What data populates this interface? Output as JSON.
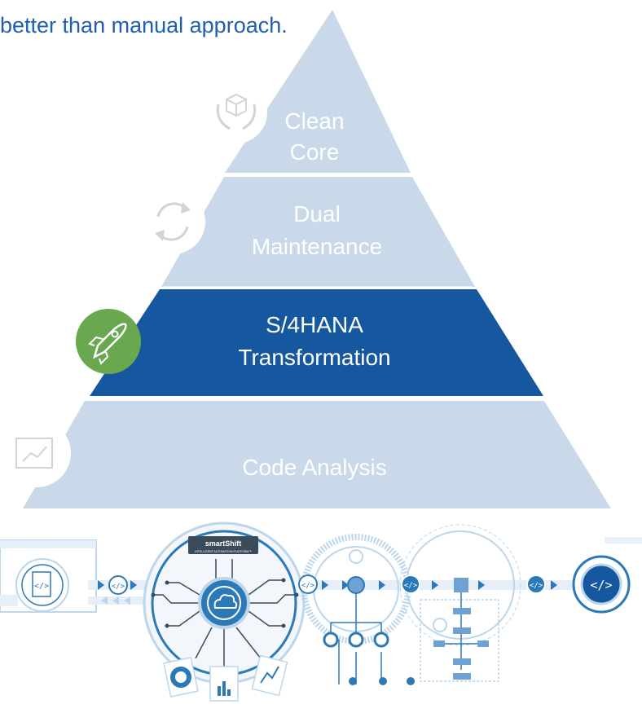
{
  "headline": "better than manual approach.",
  "pyramid": {
    "tiers": [
      {
        "lines": [
          "Clean",
          "Core"
        ],
        "icon": "hands-cube-icon",
        "active": false
      },
      {
        "lines": [
          "Dual",
          "Maintenance"
        ],
        "icon": "refresh-icon",
        "active": false
      },
      {
        "lines": [
          "S/4HANA",
          "Transformation"
        ],
        "icon": "rocket-icon",
        "active": true
      },
      {
        "lines": [
          "Code Analysis"
        ],
        "icon": "blueprint-chart-icon",
        "active": false
      }
    ]
  },
  "platform": {
    "title": "smartShift",
    "subtitle": "INTELLIGENT AUTOMATION PLATFORM™"
  },
  "colors": {
    "tier_light": "#c9d9ea",
    "tier_active": "#1558a0",
    "rocket_badge": "#6aa84f",
    "diagram_blue": "#2c79b8",
    "diagram_light": "#bcd6ec"
  }
}
